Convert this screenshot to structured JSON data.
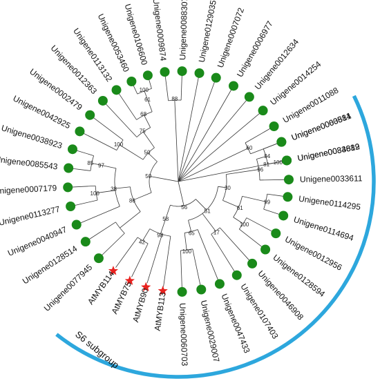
{
  "colors": {
    "background": "#ffffff",
    "branch": "#333333",
    "unigene_marker": "#1a8a1a",
    "atmyb_marker": "#e8221f",
    "subgroup_arc": "#2da7dd"
  },
  "leaves": [
    {
      "label": "Unigene0003881",
      "marker": "green-circle"
    },
    {
      "label": "Unigene0033612",
      "marker": "green-circle"
    },
    {
      "label": "Unigene0033611",
      "marker": "green-circle"
    },
    {
      "label": "Unigene0114295",
      "marker": "green-circle"
    },
    {
      "label": "Unigene0114694",
      "marker": "green-circle"
    },
    {
      "label": "Unigene0012956",
      "marker": "green-circle"
    },
    {
      "label": "Unigene0128594",
      "marker": "green-circle"
    },
    {
      "label": "Unigene0046908",
      "marker": "green-circle"
    },
    {
      "label": "Unigene0107403",
      "marker": "green-circle"
    },
    {
      "label": "Unigene0047433",
      "marker": "green-circle"
    },
    {
      "label": "Unigene0029007",
      "marker": "green-circle"
    },
    {
      "label": "Unigene0060703",
      "marker": "green-circle"
    },
    {
      "label": "AtMYB113",
      "marker": "red-star"
    },
    {
      "label": "AtMYB90",
      "marker": "red-star"
    },
    {
      "label": "AtMYB75",
      "marker": "red-star"
    },
    {
      "label": "AtMYB114",
      "marker": "red-star"
    },
    {
      "label": "Unigene0077945",
      "marker": "green-circle"
    },
    {
      "label": "Unigene0128514",
      "marker": "green-circle"
    },
    {
      "label": "Unigene0040947",
      "marker": "green-circle"
    },
    {
      "label": "Unigene0113277",
      "marker": "green-circle"
    },
    {
      "label": "Unigene0007179",
      "marker": "green-circle"
    },
    {
      "label": "Unigene0085543",
      "marker": "green-circle"
    },
    {
      "label": "Unigene0038923",
      "marker": "green-circle"
    },
    {
      "label": "Unigene0042925",
      "marker": "green-circle"
    },
    {
      "label": "Unigene0002479",
      "marker": "green-circle"
    },
    {
      "label": "Unigene0012363",
      "marker": "green-circle"
    },
    {
      "label": "Unigene0113132",
      "marker": "green-circle"
    },
    {
      "label": "Unigene0053460",
      "marker": "green-circle"
    },
    {
      "label": "Unigene0106600",
      "marker": "green-circle"
    },
    {
      "label": "Unigene0009874",
      "marker": "green-circle"
    },
    {
      "label": "Unigene0088307",
      "marker": "green-circle"
    },
    {
      "label": "Unigene0129035",
      "marker": "green-circle"
    },
    {
      "label": "Unigene0007072",
      "marker": "green-circle"
    },
    {
      "label": "Unigene0006977",
      "marker": "green-circle"
    },
    {
      "label": "Unigene0012634",
      "marker": "green-circle"
    },
    {
      "label": "Unigene0014254",
      "marker": "green-circle"
    },
    {
      "label": "Unigene0011088",
      "marker": "green-circle"
    },
    {
      "label": "Unigene0060514",
      "marker": "green-circle"
    },
    {
      "label": "Unigene0084889",
      "marker": "green-circle"
    }
  ],
  "support_values": [
    "94",
    "100",
    "96",
    "99",
    "61",
    "100",
    "30",
    "17",
    "65",
    "51",
    "100",
    "56",
    "42",
    "98",
    "58",
    "86",
    "100",
    "38",
    "97",
    "85",
    "100",
    "61",
    "68",
    "75",
    "50",
    "100",
    "100",
    "50",
    "81",
    "100",
    "88",
    "60"
  ],
  "subgroup": {
    "label": "S6 subgroup"
  }
}
